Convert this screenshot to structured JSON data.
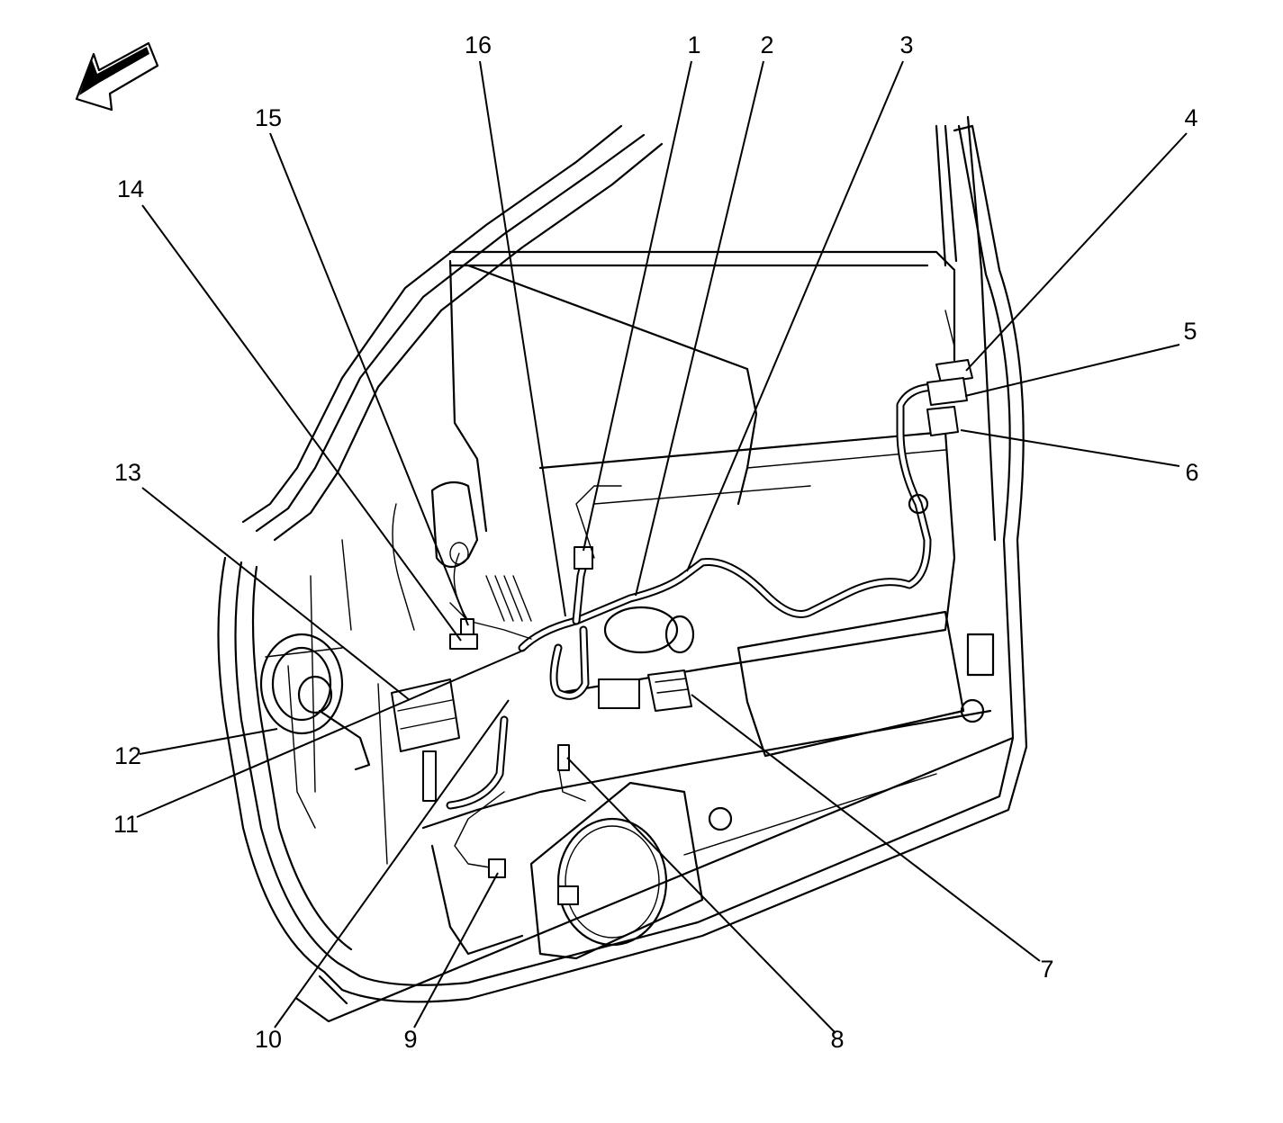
{
  "callouts": [
    {
      "id": "16",
      "label": "16"
    },
    {
      "id": "1",
      "label": "1"
    },
    {
      "id": "2",
      "label": "2"
    },
    {
      "id": "3",
      "label": "3"
    },
    {
      "id": "4",
      "label": "4"
    },
    {
      "id": "5",
      "label": "5"
    },
    {
      "id": "6",
      "label": "6"
    },
    {
      "id": "7",
      "label": "7"
    },
    {
      "id": "8",
      "label": "8"
    },
    {
      "id": "9",
      "label": "9"
    },
    {
      "id": "10",
      "label": "10"
    },
    {
      "id": "11",
      "label": "11"
    },
    {
      "id": "12",
      "label": "12"
    },
    {
      "id": "13",
      "label": "13"
    },
    {
      "id": "14",
      "label": "14"
    },
    {
      "id": "15",
      "label": "15"
    }
  ],
  "orientation_icon": "front-direction-arrow-icon"
}
